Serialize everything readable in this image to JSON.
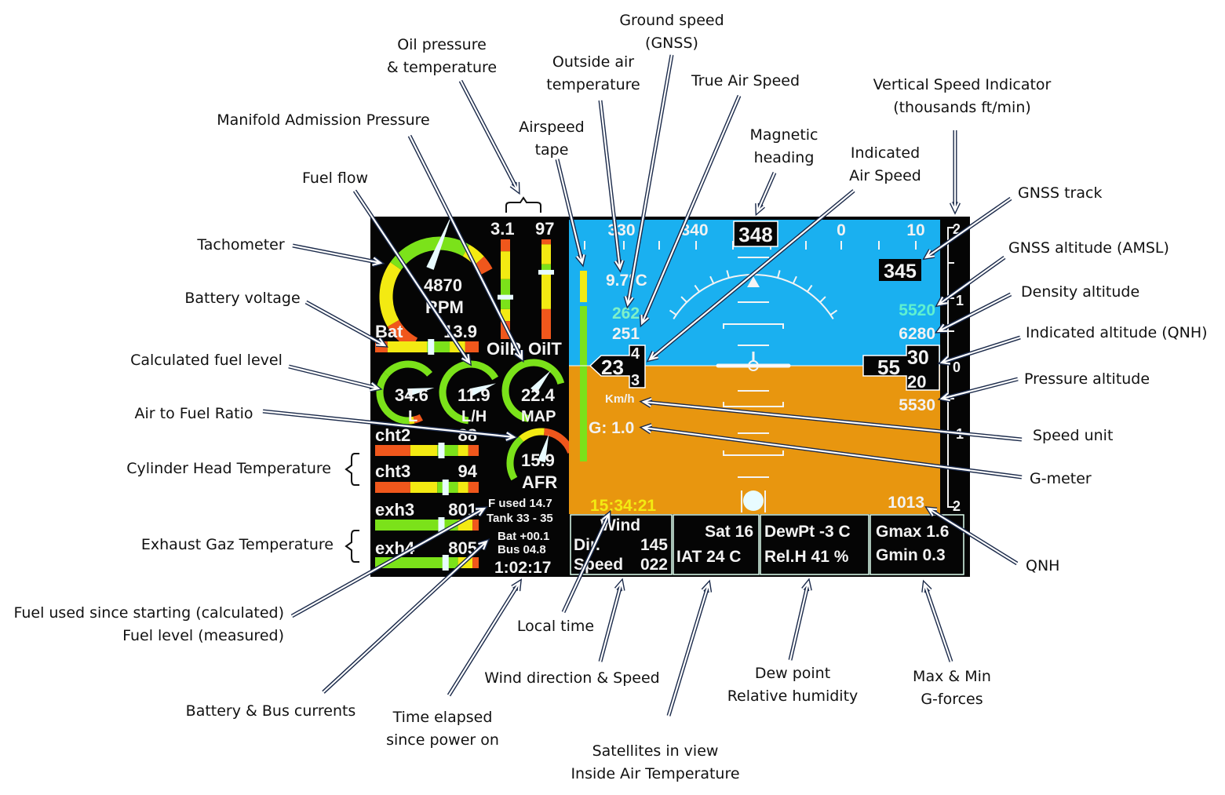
{
  "annotations": {
    "ground_speed": [
      "Ground speed",
      "(GNSS)"
    ],
    "oil": [
      "Oil pressure",
      "& temperature"
    ],
    "oat": [
      "Outside air",
      "temperature"
    ],
    "tas": [
      "True Air Speed"
    ],
    "vsi": [
      "Vertical Speed Indicator",
      "(thousands ft/min)"
    ],
    "map": [
      "Manifold Admission Pressure"
    ],
    "airspeed_tape": [
      "Airspeed",
      "tape"
    ],
    "mag_heading": [
      "Magnetic",
      "heading"
    ],
    "ias": [
      "Indicated",
      "Air Speed"
    ],
    "fuel_flow": [
      "Fuel flow"
    ],
    "gnss_track": [
      "GNSS track"
    ],
    "tachometer": [
      "Tachometer"
    ],
    "gnss_alt": [
      "GNSS altitude (AMSL)"
    ],
    "battery_voltage": [
      "Battery voltage"
    ],
    "density_alt": [
      "Density altitude"
    ],
    "indicated_alt": [
      "Indicated altitude (QNH)"
    ],
    "fuel_level": [
      "Calculated fuel level"
    ],
    "pressure_alt": [
      "Pressure altitude"
    ],
    "afr": [
      "Air to Fuel Ratio"
    ],
    "speed_unit": [
      "Speed unit"
    ],
    "cht": [
      "Cylinder Head Temperature"
    ],
    "g_meter": [
      "G-meter"
    ],
    "egt": [
      "Exhaust Gaz Temperature"
    ],
    "qnh": [
      "QNH"
    ],
    "fuel_used": [
      "Fuel used since starting (calculated)",
      "Fuel level (measured)"
    ],
    "local_time": [
      "Local time"
    ],
    "wind": [
      "Wind direction & Speed"
    ],
    "dew": [
      "Dew point",
      "Relative humidity"
    ],
    "gforces": [
      "Max & Min",
      "G-forces"
    ],
    "bat_bus": [
      "Battery & Bus currents"
    ],
    "elapsed": [
      "Time elapsed",
      "since power on"
    ],
    "sat_iat": [
      "Satellites in view",
      "Inside Air Temperature"
    ]
  },
  "engine": {
    "rpm_value": "4870",
    "rpm_unit": "RPM",
    "rpm": 4870,
    "oil_pressure": "3.1",
    "oil_temp": "97",
    "oilp_label": "OilP",
    "oilt_label": "OilT",
    "bat_label": "Bat",
    "bat_value": "13.9",
    "fuel_value": "34.6",
    "fuel_unit": "L",
    "flow_value": "11.9",
    "flow_unit": "L/H",
    "map_value": "22.4",
    "map_unit": "MAP",
    "afr_value": "15.9",
    "afr_unit": "AFR",
    "cht2_label": "cht2",
    "cht2_value": "88",
    "cht3_label": "cht3",
    "cht3_value": "94",
    "exh3_label": "exh3",
    "exh3_value": "801",
    "exh4_label": "exh4",
    "exh4_value": "805",
    "fuel_used": "F used 14.7",
    "tank": "Tank 33 - 35",
    "bat_current": "Bat +00.1",
    "bus_current": "Bus 04.8",
    "elapsed": "1:02:17"
  },
  "pfd": {
    "heading_ticks": [
      "330",
      "340",
      "0",
      "10"
    ],
    "heading": "348",
    "oat": "9.7°C",
    "ground_speed": "262",
    "tas": "251",
    "ias_main": "23",
    "ias_up": "4",
    "ias_down": "3",
    "speed_unit": "Km/h",
    "g": "G: 1.0",
    "local_time": "15:34:21",
    "gnss_track": "345",
    "gnss_alt": "5520",
    "density_alt": "6280",
    "alt_main": "55",
    "alt_up": "30",
    "alt_down": "20",
    "pressure_alt": "5530",
    "qnh": "1013",
    "vsi_scale": [
      "2",
      "1",
      "0",
      "1",
      "2"
    ]
  },
  "bottom": {
    "wind_title": "Wind",
    "wind_dir_label": "Dir.",
    "wind_dir": "145",
    "wind_speed_label": "Speed",
    "wind_speed": "022",
    "sat": "Sat 16",
    "iat": "IAT  24 C",
    "dewpt": "DewPt -3 C",
    "relh": "Rel.H  41 %",
    "gmax": "Gmax 1.6",
    "gmin": "Gmin 0.3"
  },
  "colors": {
    "sky": "#1ab0f0",
    "ground": "#e8960f",
    "green": "#7be21a",
    "yellow": "#f3ea12",
    "orange": "#f0571c",
    "track": "#7cf01c",
    "gnss_alt": "#5ff0d0"
  }
}
